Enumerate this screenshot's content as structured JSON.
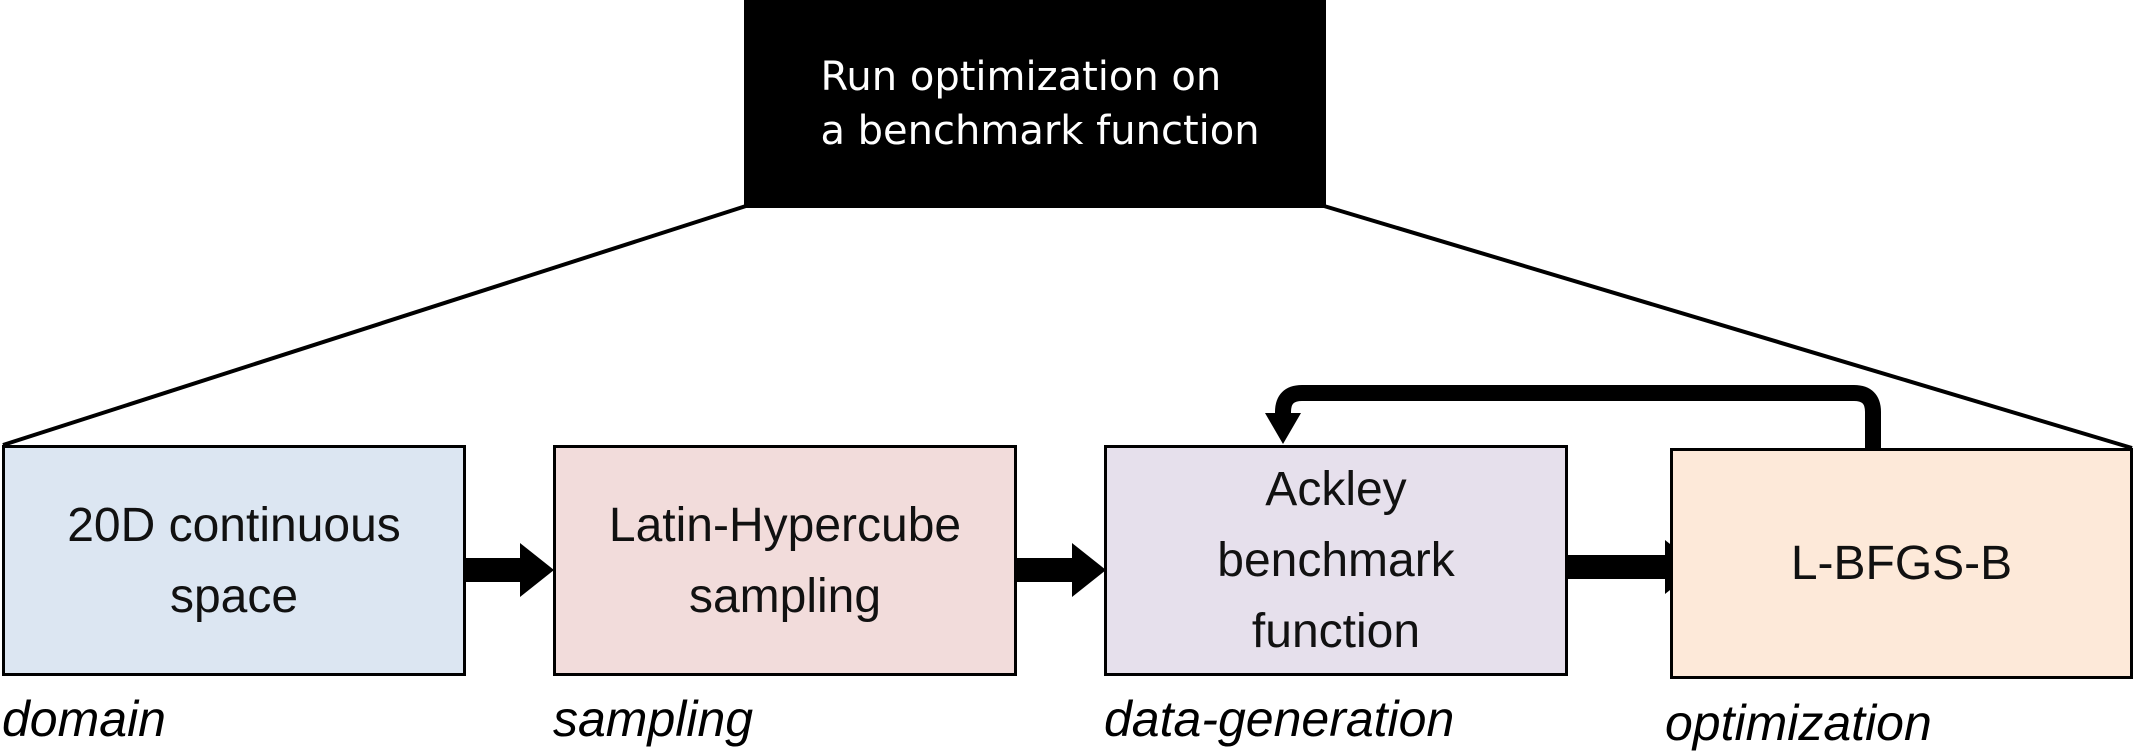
{
  "header": {
    "text": "Run optimization on\na benchmark function"
  },
  "stages": [
    {
      "text": "20D continuous\nspace",
      "label": "domain",
      "fill": "#dce6f2"
    },
    {
      "text": "Latin-Hypercube\nsampling",
      "label": "sampling",
      "fill": "#f2dcdb"
    },
    {
      "text": "Ackley\nbenchmark\nfunction",
      "label": "data-generation",
      "fill": "#e6e0ec"
    },
    {
      "text": "L-BFGS-B",
      "label": "optimization",
      "fill": "#fde9d9"
    }
  ]
}
